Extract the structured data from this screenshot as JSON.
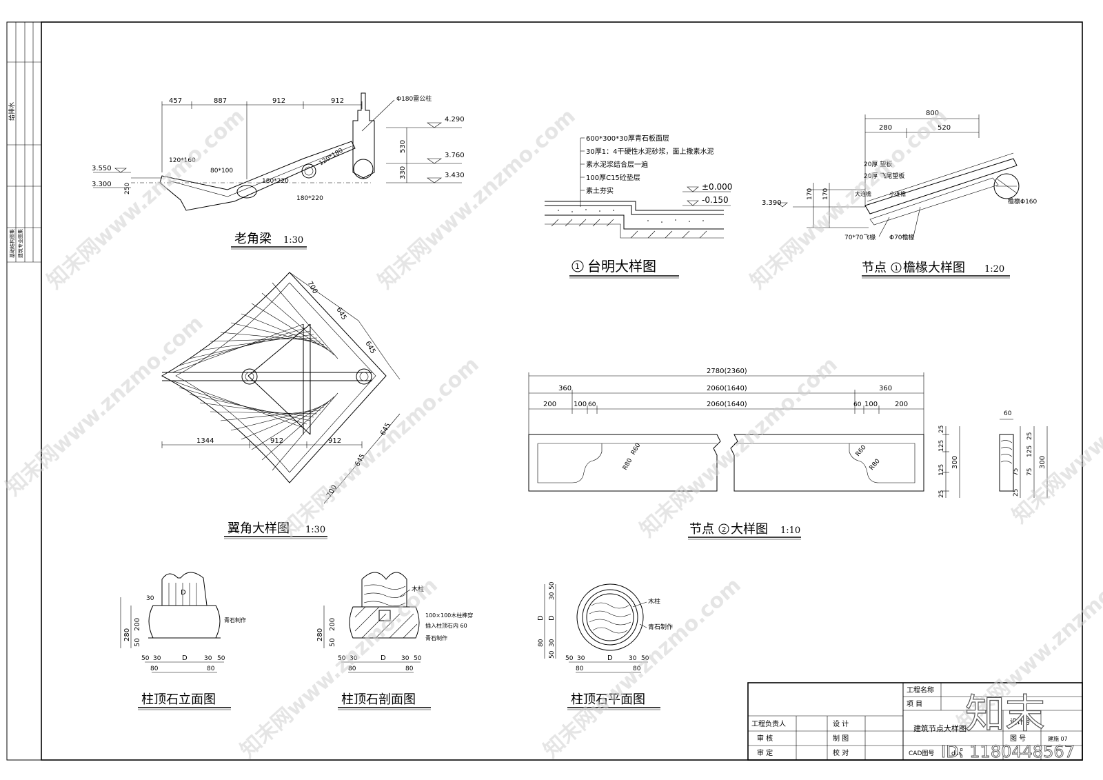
{
  "side_strip": {
    "label_1": "给排水",
    "label_2": "基础结构图集",
    "label_3": "建筑专业图集"
  },
  "drawing_1": {
    "title": "老角梁",
    "scale": "1:30",
    "dims_top": [
      "457",
      "887",
      "912",
      "912"
    ],
    "labels": [
      "Φ180雷公柱",
      "120*160",
      "80*100",
      "120*180",
      "180*220",
      "180*220"
    ],
    "levels": [
      "4.290",
      "3.760",
      "3.430",
      "3.550",
      "3.300"
    ],
    "dims_side": [
      "530",
      "330",
      "250"
    ]
  },
  "drawing_2": {
    "title": "台明大样图",
    "marker": "1",
    "layers": [
      "600*300*30厚青石板面层",
      "30厚1：4干硬性水泥砂浆，面上撒素水泥",
      "素水泥浆结合层一遍",
      "100厚C15砼垫层",
      "素土夯实"
    ],
    "levels": [
      "±0.000",
      "-0.150"
    ]
  },
  "drawing_3": {
    "title": "节点",
    "marker": "1",
    "title_b": "檐椽大样图",
    "scale": "1:20",
    "dims": [
      "800",
      "280",
      "520",
      "170",
      "170"
    ],
    "level": "3.390",
    "labels": [
      "20厚 望板",
      "20厚 飞尾望板",
      "大连檐",
      "小连檐",
      "檐檩Φ160",
      "70*70飞椽",
      "Φ70檐椽"
    ]
  },
  "drawing_4": {
    "title": "翼角大样图",
    "scale": "1:30",
    "dims": [
      "700",
      "645",
      "645",
      "1344",
      "912",
      "912",
      "645",
      "645",
      "700"
    ]
  },
  "drawing_5": {
    "title": "节点",
    "marker": "2",
    "title_b": "大样图",
    "scale": "1:10",
    "dim_total": "2780(2360)",
    "dim_mid": "2060(1640)",
    "dim_mid2": "2060(1640)",
    "dims_left": [
      "360",
      "200",
      "100",
      "60"
    ],
    "dims_right": [
      "360",
      "60",
      "100",
      "200"
    ],
    "radii": [
      "R60",
      "R80",
      "R60",
      "R80"
    ],
    "side_dims": [
      "25",
      "125",
      "300",
      "125",
      "25"
    ],
    "sec_dims": [
      "60",
      "25",
      "125",
      "75",
      "75",
      "25",
      "300"
    ]
  },
  "drawing_6": {
    "title": "柱顶石立面图",
    "dims_v": [
      "280",
      "200",
      "50",
      "30"
    ],
    "dims_h": [
      "50",
      "30",
      "D",
      "30",
      "50",
      "80",
      "80"
    ],
    "label": "青石制作",
    "d": "D"
  },
  "drawing_7": {
    "title": "柱顶石剖面图",
    "labels": [
      "木柱",
      "100×100木柱榫穿",
      "插入柱顶石内 60",
      "青石制作"
    ],
    "dims_v": [
      "280",
      "200",
      "50"
    ],
    "dims_h": [
      "50",
      "30",
      "D",
      "30",
      "50",
      "80",
      "80"
    ]
  },
  "drawing_8": {
    "title": "柱顶石平面图",
    "labels": [
      "木柱",
      "青石制作"
    ],
    "dims_v": [
      "50",
      "30",
      "D",
      "D",
      "30",
      "80",
      "50"
    ],
    "dims_h": [
      "50",
      "30",
      "D",
      "30",
      "50",
      "80",
      "80"
    ]
  },
  "title_block": {
    "project_name_label": "工程名称",
    "project_label": "项    目",
    "row_labels": [
      "工程负责人",
      "审    核",
      "审    定"
    ],
    "col_labels": [
      "设    计",
      "制    图",
      "校    对"
    ],
    "drawing_name": "建筑节点大样图",
    "design_no_label": "设计号",
    "drawing_no_label": "图    号",
    "drawing_no": "建施 07",
    "cad_label": "CAD图号",
    "cad_value": "dss"
  },
  "watermark": {
    "logo": "知末",
    "site": "知末网www.znzmo.com",
    "id": "ID: 1180448567"
  }
}
